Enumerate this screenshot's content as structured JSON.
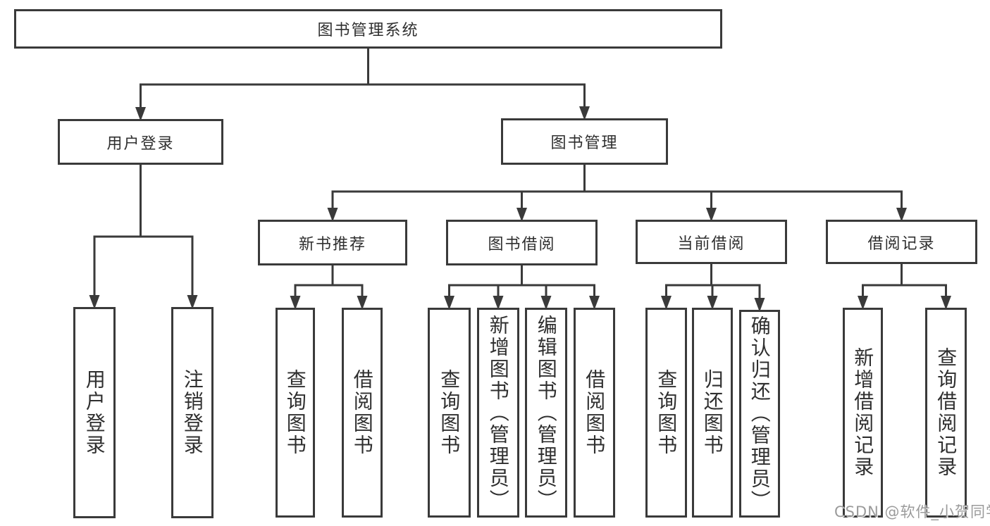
{
  "colors": {
    "line": "#3a3a3a",
    "box_border": "#3a3a3a",
    "text": "#2f2f2f",
    "watermark": "#9b9b9b"
  },
  "watermark": "CSDN @软件_小贺同学",
  "nodes": [
    {
      "id": "root",
      "label": "图书管理系统",
      "orientation": "horizontal"
    },
    {
      "id": "user-login",
      "label": "用户登录",
      "orientation": "horizontal"
    },
    {
      "id": "book-management",
      "label": "图书管理",
      "orientation": "horizontal"
    },
    {
      "id": "leaf-user-login",
      "label": "用户登录",
      "orientation": "vertical"
    },
    {
      "id": "leaf-logout",
      "label": "注销登录",
      "orientation": "vertical"
    },
    {
      "id": "new-book-rec",
      "label": "新书推荐",
      "orientation": "horizontal"
    },
    {
      "id": "book-borrowing",
      "label": "图书借阅",
      "orientation": "horizontal"
    },
    {
      "id": "current-borrowing",
      "label": "当前借阅",
      "orientation": "horizontal"
    },
    {
      "id": "borrowing-records",
      "label": "借阅记录",
      "orientation": "horizontal"
    },
    {
      "id": "rec-query-books",
      "label": "查询图书",
      "orientation": "vertical"
    },
    {
      "id": "rec-borrow-books",
      "label": "借阅图书",
      "orientation": "vertical"
    },
    {
      "id": "bb-query-books",
      "label": "查询图书",
      "orientation": "vertical"
    },
    {
      "id": "bb-add-books",
      "label": "新增图书（管理员）",
      "orientation": "vertical"
    },
    {
      "id": "bb-edit-books",
      "label": "编辑图书（管理员）",
      "orientation": "vertical"
    },
    {
      "id": "bb-borrow-books",
      "label": "借阅图书",
      "orientation": "vertical"
    },
    {
      "id": "cb-query-books",
      "label": "查询图书",
      "orientation": "vertical"
    },
    {
      "id": "cb-return-books",
      "label": "归还图书",
      "orientation": "vertical"
    },
    {
      "id": "cb-confirm-return",
      "label": "确认归还（管理员）",
      "orientation": "vertical"
    },
    {
      "id": "br-add-record",
      "label": "新增借阅记录",
      "orientation": "vertical"
    },
    {
      "id": "br-query-record",
      "label": "查询借阅记录",
      "orientation": "vertical"
    }
  ],
  "edges": [
    {
      "parent": "root",
      "children": [
        "user-login",
        "book-management"
      ]
    },
    {
      "parent": "user-login",
      "children": [
        "leaf-user-login",
        "leaf-logout"
      ]
    },
    {
      "parent": "book-management",
      "children": [
        "new-book-rec",
        "book-borrowing",
        "current-borrowing",
        "borrowing-records"
      ]
    },
    {
      "parent": "new-book-rec",
      "children": [
        "rec-query-books",
        "rec-borrow-books"
      ]
    },
    {
      "parent": "book-borrowing",
      "children": [
        "bb-query-books",
        "bb-add-books",
        "bb-edit-books",
        "bb-borrow-books"
      ]
    },
    {
      "parent": "current-borrowing",
      "children": [
        "cb-query-books",
        "cb-return-books",
        "cb-confirm-return"
      ]
    },
    {
      "parent": "borrowing-records",
      "children": [
        "br-add-record",
        "br-query-record"
      ]
    }
  ]
}
